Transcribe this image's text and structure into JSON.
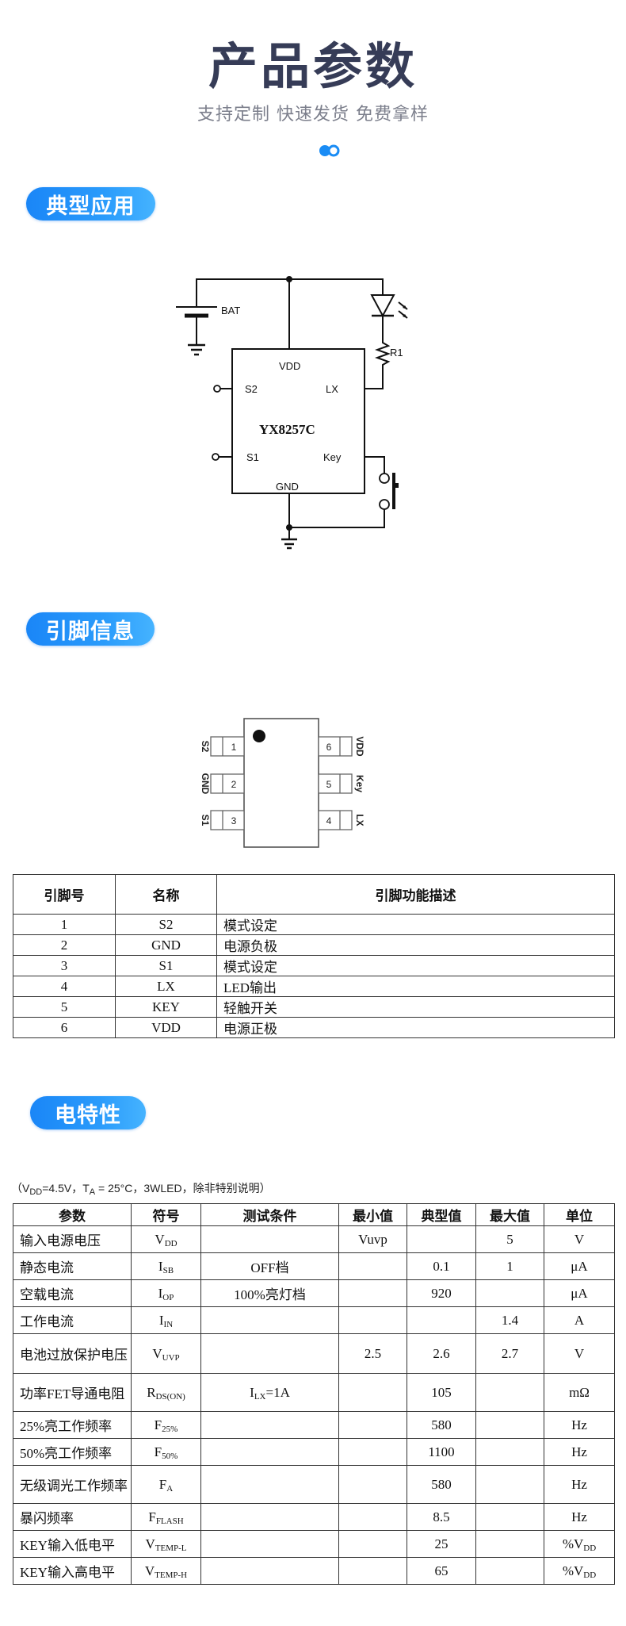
{
  "header": {
    "title": "产品参数",
    "subtitle": "支持定制 快速发货 免费拿样",
    "accent_color": "#1a8cf5"
  },
  "sections": {
    "typical_application": {
      "label": "典型应用"
    },
    "pin_info": {
      "label": "引脚信息"
    },
    "electrical": {
      "label": "电特性"
    }
  },
  "schematic": {
    "chip_name": "YX8257C",
    "battery_label": "BAT",
    "resistor_label": "R1",
    "pins": {
      "vdd": "VDD",
      "s2": "S2",
      "lx": "LX",
      "s1": "S1",
      "key": "Key",
      "gnd": "GND"
    }
  },
  "package": {
    "left_pins": [
      {
        "num": "1",
        "name": "S2"
      },
      {
        "num": "2",
        "name": "GND"
      },
      {
        "num": "3",
        "name": "S1"
      }
    ],
    "right_pins": [
      {
        "num": "6",
        "name": "VDD"
      },
      {
        "num": "5",
        "name": "Key"
      },
      {
        "num": "4",
        "name": "LX"
      }
    ]
  },
  "pin_table": {
    "headers": [
      "引脚号",
      "名称",
      "引脚功能描述"
    ],
    "rows": [
      [
        "1",
        "S2",
        "模式设定"
      ],
      [
        "2",
        "GND",
        "电源负极"
      ],
      [
        "3",
        "S1",
        "模式设定"
      ],
      [
        "4",
        "LX",
        "LED输出"
      ],
      [
        "5",
        "KEY",
        "轻触开关"
      ],
      [
        "6",
        "VDD",
        "电源正极"
      ]
    ]
  },
  "electrical_table": {
    "condition_note": {
      "prefix": "（V",
      "vdd_sub": "DD",
      "mid": "=4.5V，T",
      "ta_sub": "A",
      "suffix": " = 25°C，3WLED，除非特别说明）"
    },
    "headers": [
      "参数",
      "符号",
      "测试条件",
      "最小值",
      "典型值",
      "最大值",
      "单位"
    ],
    "rows": [
      {
        "param": "输入电源电压",
        "sym": "V",
        "sym_sub": "DD",
        "cond": "",
        "cond_sub": "",
        "cond_rest": "",
        "min": "Vuvp",
        "typ": "",
        "max": "5",
        "unit": "V",
        "unit_sub": ""
      },
      {
        "param": "静态电流",
        "sym": "I",
        "sym_sub": "SB",
        "cond": "OFF档",
        "cond_sub": "",
        "cond_rest": "",
        "min": "",
        "typ": "0.1",
        "max": "1",
        "unit": "μA",
        "unit_sub": ""
      },
      {
        "param": "空载电流",
        "sym": "I",
        "sym_sub": "OP",
        "cond": "100%亮灯档",
        "cond_sub": "",
        "cond_rest": "",
        "min": "",
        "typ": "920",
        "max": "",
        "unit": "μA",
        "unit_sub": ""
      },
      {
        "param": "工作电流",
        "sym": "I",
        "sym_sub": "IN",
        "cond": "",
        "cond_sub": "",
        "cond_rest": "",
        "min": "",
        "typ": "",
        "max": "1.4",
        "unit": "A",
        "unit_sub": ""
      },
      {
        "param": "电池过放保护电压",
        "sym": "V",
        "sym_sub": "UVP",
        "cond": "",
        "cond_sub": "",
        "cond_rest": "",
        "min": "2.5",
        "typ": "2.6",
        "max": "2.7",
        "unit": "V",
        "unit_sub": ""
      },
      {
        "param": "功率FET导通电阻",
        "sym": "R",
        "sym_sub": "DS(ON)",
        "cond": "I",
        "cond_sub": "LX",
        "cond_rest": "=1A",
        "min": "",
        "typ": "105",
        "max": "",
        "unit": "mΩ",
        "unit_sub": ""
      },
      {
        "param": "25%亮工作频率",
        "sym": "F",
        "sym_sub": "25%",
        "cond": "",
        "cond_sub": "",
        "cond_rest": "",
        "min": "",
        "typ": "580",
        "max": "",
        "unit": "Hz",
        "unit_sub": ""
      },
      {
        "param": "50%亮工作频率",
        "sym": "F",
        "sym_sub": "50%",
        "cond": "",
        "cond_sub": "",
        "cond_rest": "",
        "min": "",
        "typ": "1100",
        "max": "",
        "unit": "Hz",
        "unit_sub": ""
      },
      {
        "param": "无级调光工作频率",
        "sym": "F",
        "sym_sub": "A",
        "cond": "",
        "cond_sub": "",
        "cond_rest": "",
        "min": "",
        "typ": "580",
        "max": "",
        "unit": "Hz",
        "unit_sub": ""
      },
      {
        "param": "暴闪频率",
        "sym": "F",
        "sym_sub": "FLASH",
        "cond": "",
        "cond_sub": "",
        "cond_rest": "",
        "min": "",
        "typ": "8.5",
        "max": "",
        "unit": "Hz",
        "unit_sub": ""
      },
      {
        "param": "KEY输入低电平",
        "sym": "V",
        "sym_sub": "TEMP-L",
        "cond": "",
        "cond_sub": "",
        "cond_rest": "",
        "min": "",
        "typ": "25",
        "max": "",
        "unit": "%V",
        "unit_sub": "DD"
      },
      {
        "param": "KEY输入高电平",
        "sym": "V",
        "sym_sub": "TEMP-H",
        "cond": "",
        "cond_sub": "",
        "cond_rest": "",
        "min": "",
        "typ": "65",
        "max": "",
        "unit": "%V",
        "unit_sub": "DD"
      }
    ]
  }
}
